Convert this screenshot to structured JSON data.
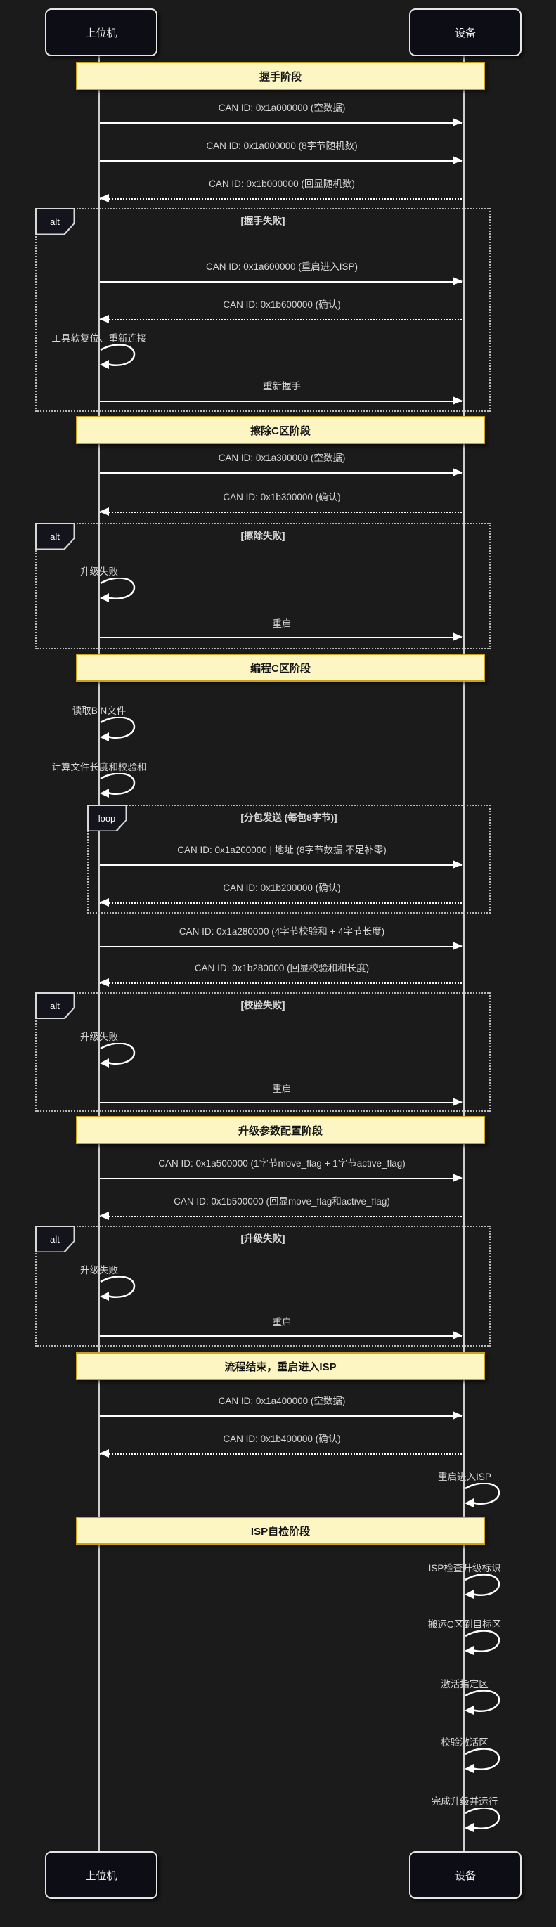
{
  "diagram": {
    "type": "sequence",
    "actors": {
      "left": "上位机",
      "right": "设备"
    },
    "notes": [
      "握手阶段",
      "擦除C区阶段",
      "编程C区阶段",
      "升级参数配置阶段",
      "流程结束，重启进入ISP",
      "ISP自检阶段"
    ],
    "frames": [
      {
        "label": "alt",
        "condition": "[握手失败]"
      },
      {
        "label": "alt",
        "condition": "[擦除失败]"
      },
      {
        "label": "loop",
        "condition": "[分包发送 (每包8字节)]"
      },
      {
        "label": "alt",
        "condition": "[校验失败]"
      },
      {
        "label": "alt",
        "condition": "[升级失败]"
      }
    ],
    "messages": [
      {
        "text": "CAN ID: 0x1a000000 (空数据)",
        "from": "host",
        "to": "device",
        "line": "solid"
      },
      {
        "text": "CAN ID: 0x1a000000 (8字节随机数)",
        "from": "host",
        "to": "device",
        "line": "solid"
      },
      {
        "text": "CAN ID: 0x1b000000 (回显随机数)",
        "from": "device",
        "to": "host",
        "line": "dashed"
      },
      {
        "text": "CAN ID: 0x1a600000 (重启进入ISP)",
        "from": "host",
        "to": "device",
        "line": "solid"
      },
      {
        "text": "CAN ID: 0x1b600000 (确认)",
        "from": "device",
        "to": "host",
        "line": "dashed"
      },
      {
        "text": "重新握手",
        "from": "host",
        "to": "device",
        "line": "solid"
      },
      {
        "text": "CAN ID: 0x1a300000 (空数据)",
        "from": "host",
        "to": "device",
        "line": "solid"
      },
      {
        "text": "CAN ID: 0x1b300000 (确认)",
        "from": "device",
        "to": "host",
        "line": "dashed"
      },
      {
        "text": "重启",
        "from": "host",
        "to": "device",
        "line": "solid"
      },
      {
        "text": "CAN ID: 0x1a200000 | 地址 (8字节数据,不足补零)",
        "from": "host",
        "to": "device",
        "line": "solid"
      },
      {
        "text": "CAN ID: 0x1b200000 (确认)",
        "from": "device",
        "to": "host",
        "line": "dashed"
      },
      {
        "text": "CAN ID: 0x1a280000 (4字节校验和 + 4字节长度)",
        "from": "host",
        "to": "device",
        "line": "solid"
      },
      {
        "text": "CAN ID: 0x1b280000 (回显校验和和长度)",
        "from": "device",
        "to": "host",
        "line": "dashed"
      },
      {
        "text": "重启",
        "from": "host",
        "to": "device",
        "line": "solid"
      },
      {
        "text": "CAN ID: 0x1a500000 (1字节move_flag + 1字节active_flag)",
        "from": "host",
        "to": "device",
        "line": "solid"
      },
      {
        "text": "CAN ID: 0x1b500000 (回显move_flag和active_flag)",
        "from": "device",
        "to": "host",
        "line": "dashed"
      },
      {
        "text": "重启",
        "from": "host",
        "to": "device",
        "line": "solid"
      },
      {
        "text": "CAN ID: 0x1a400000 (空数据)",
        "from": "host",
        "to": "device",
        "line": "solid"
      },
      {
        "text": "CAN ID: 0x1b400000 (确认)",
        "from": "device",
        "to": "host",
        "line": "dashed"
      }
    ],
    "self_messages": [
      {
        "text": "工具软复位、重新连接",
        "actor": "host"
      },
      {
        "text": "升级失败",
        "actor": "host"
      },
      {
        "text": "读取BIN文件",
        "actor": "host"
      },
      {
        "text": "计算文件长度和校验和",
        "actor": "host"
      },
      {
        "text": "升级失败",
        "actor": "host"
      },
      {
        "text": "升级失败",
        "actor": "host"
      },
      {
        "text": "重启进入ISP",
        "actor": "device"
      },
      {
        "text": "ISP检查升级标识",
        "actor": "device"
      },
      {
        "text": "搬运C区到目标区",
        "actor": "device"
      },
      {
        "text": "激活指定区",
        "actor": "device"
      },
      {
        "text": "校验激活区",
        "actor": "device"
      },
      {
        "text": "完成升级并运行",
        "actor": "device"
      }
    ],
    "colors": {
      "background": "#1b1b1b",
      "note_fill": "#fdf6c3",
      "note_border": "#c9a21a",
      "actor_fill": "#0d0d15",
      "actor_border": "#e6e6e6",
      "arrow": "#ffffff",
      "text": "#d6d6d6"
    }
  }
}
